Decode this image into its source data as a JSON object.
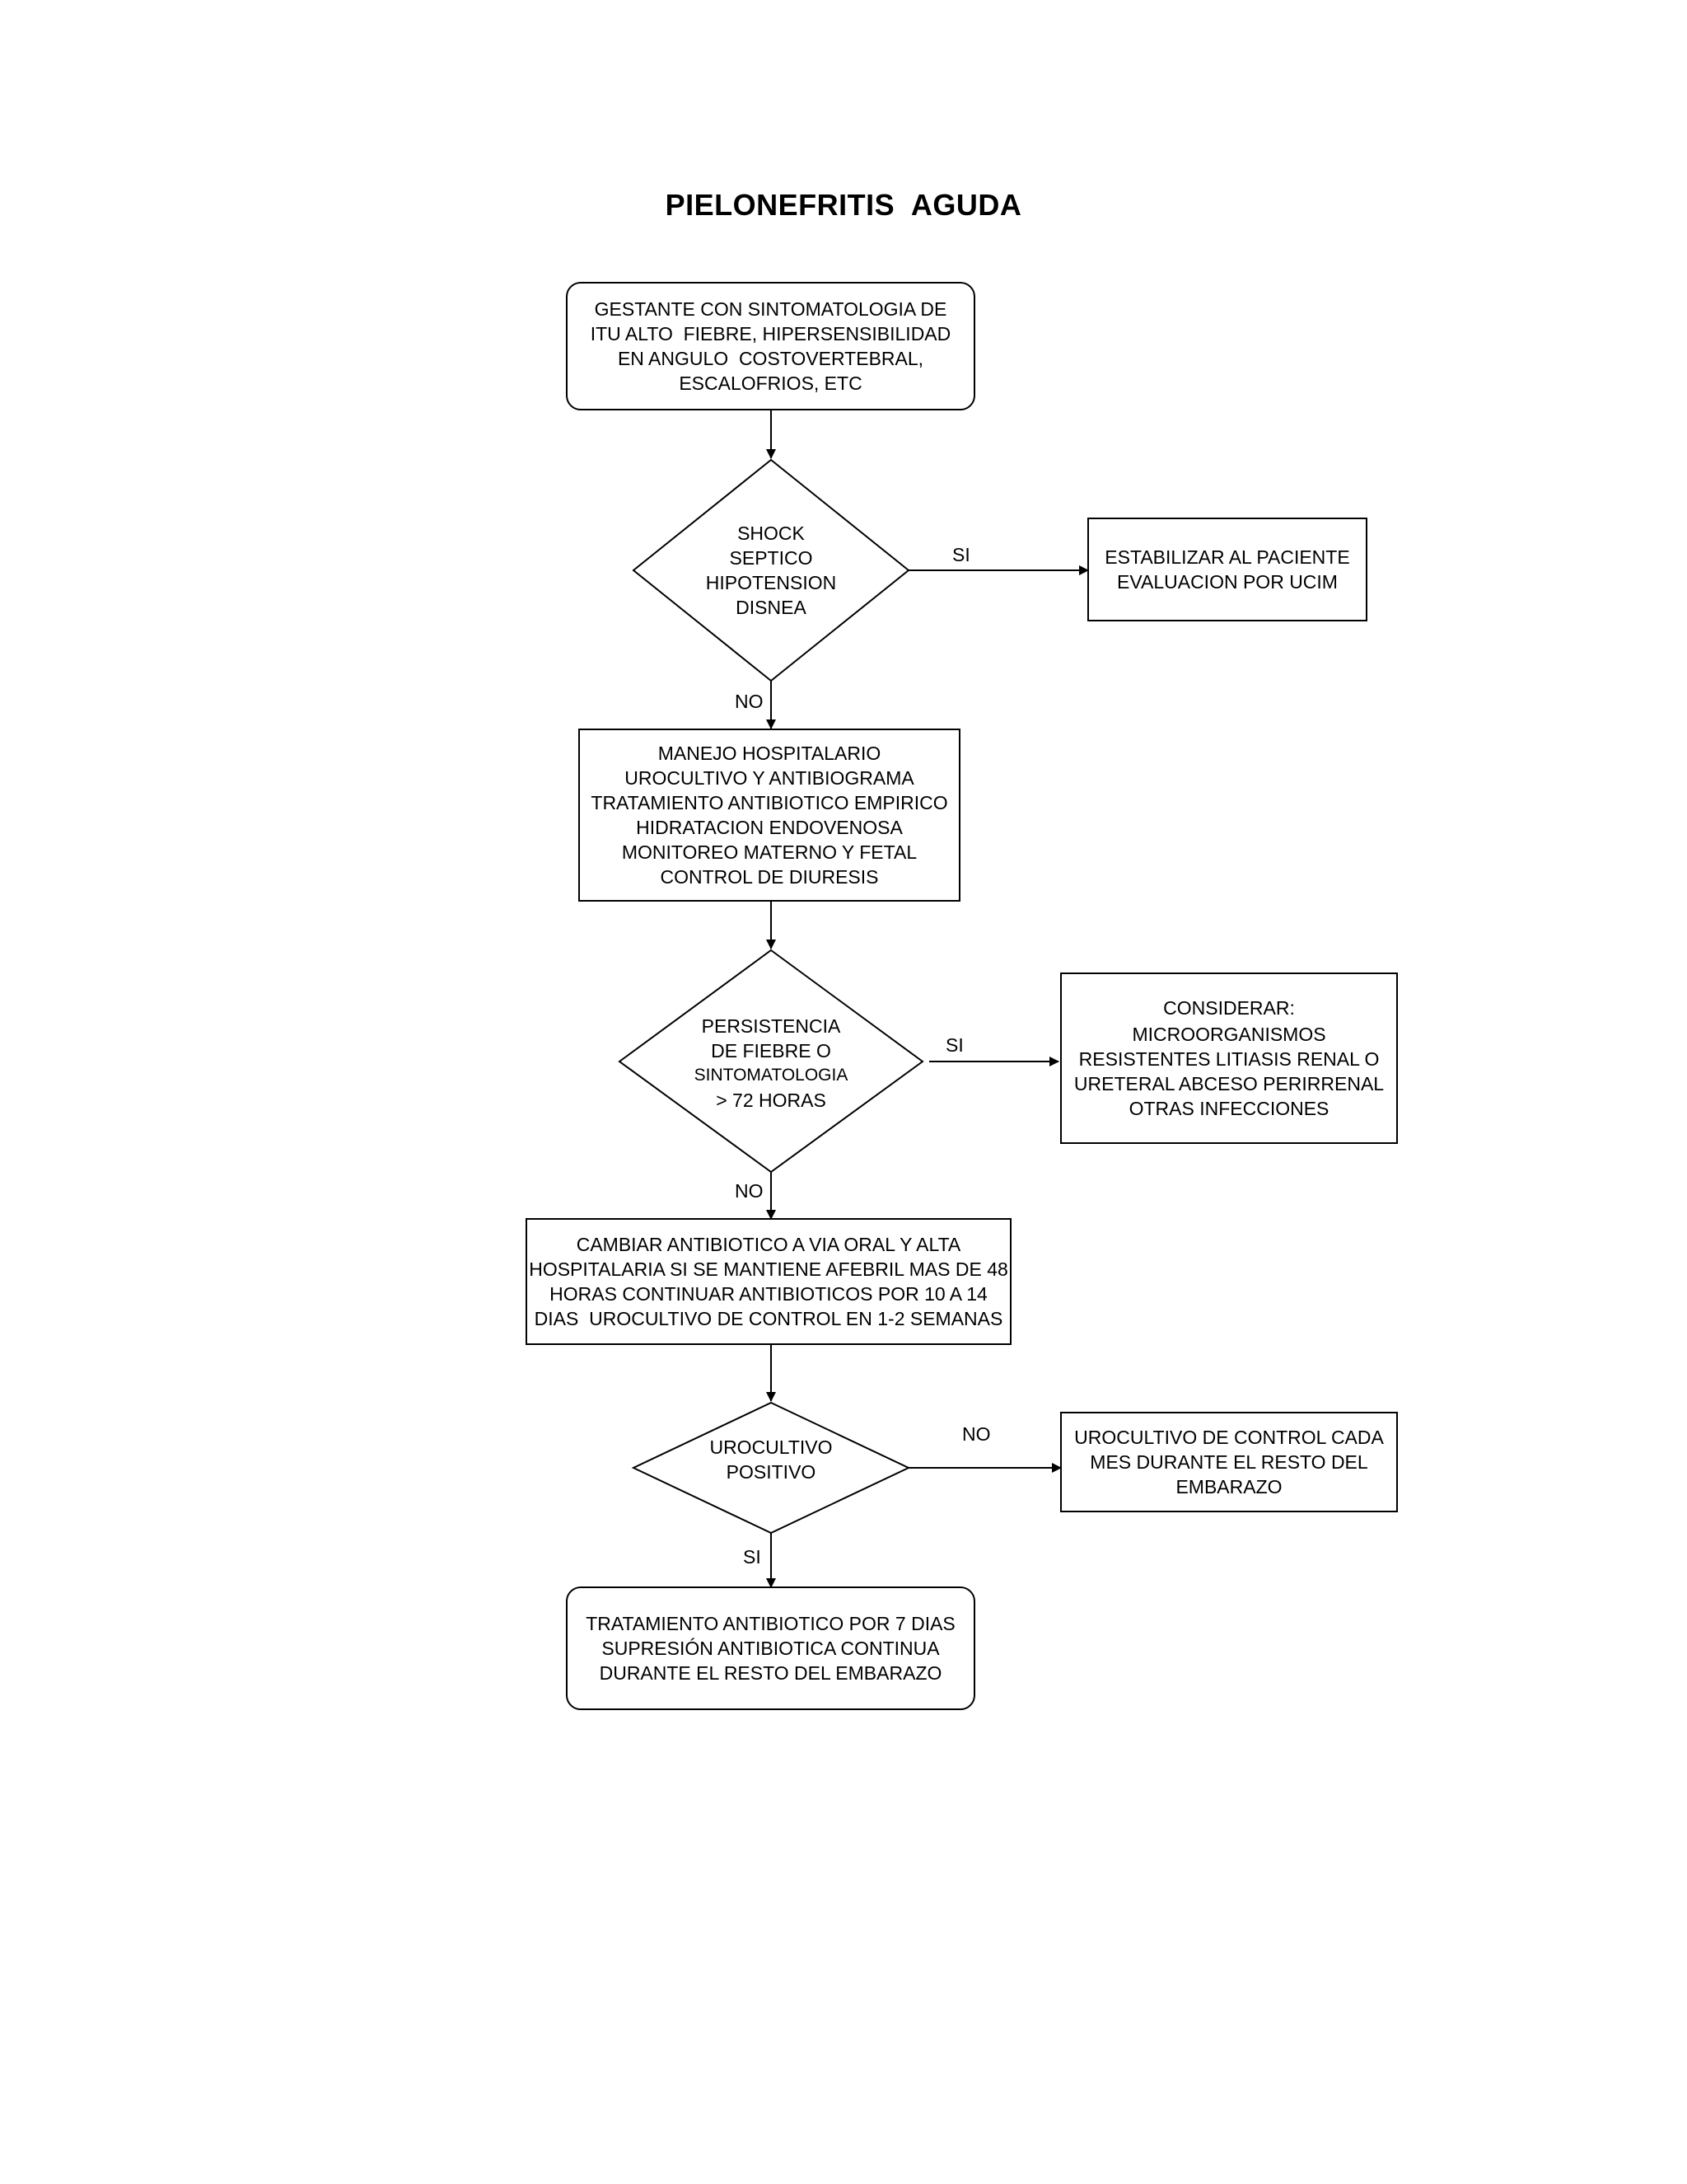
{
  "title": "PIELONEFRITIS  AGUDA",
  "nodes": {
    "start": {
      "lines": [
        "GESTANTE CON SINTOMATOLOGIA DE",
        "ITU ALTO  FIEBRE, HIPERSENSIBILIDAD",
        "EN ANGULO  COSTOVERTEBRAL,",
        "ESCALOFRIOS, ETC"
      ]
    },
    "shock_decision": {
      "lines": [
        "SHOCK",
        "SEPTICO",
        "HIPOTENSION",
        "DISNEA"
      ]
    },
    "stabilize": {
      "lines": [
        "ESTABILIZAR AL PACIENTE",
        "EVALUACION POR UCIM"
      ]
    },
    "hospital": {
      "lines": [
        "MANEJO HOSPITALARIO",
        "UROCULTIVO Y ANTIBIOGRAMA",
        "TRATAMIENTO ANTIBIOTICO EMPIRICO",
        "HIDRATACION ENDOVENOSA",
        "MONITOREO MATERNO Y FETAL",
        "CONTROL DE DIURESIS"
      ]
    },
    "fever_decision": {
      "lines": [
        "PERSISTENCIA",
        "DE FIEBRE O",
        "SINTOMATOLOGIA",
        "> 72 HORAS"
      ]
    },
    "consider": {
      "lines": [
        "CONSIDERAR:",
        "",
        "MICROORGANISMOS",
        "RESISTENTES LITIASIS RENAL O",
        "URETERAL ABCESO PERIRRENAL",
        "OTRAS INFECCIONES"
      ]
    },
    "oral": {
      "lines": [
        "CAMBIAR ANTIBIOTICO A VIA ORAL Y ALTA",
        "HOSPITALARIA SI SE MANTIENE AFEBRIL MAS DE 48",
        "HORAS CONTINUAR ANTIBIOTICOS POR 10 A 14",
        "DIAS  UROCULTIVO DE CONTROL EN 1-2 SEMANAS"
      ]
    },
    "culture_decision": {
      "lines": [
        "UROCULTIVO",
        "POSITIVO"
      ]
    },
    "monthly": {
      "lines": [
        "UROCULTIVO DE CONTROL CADA",
        "MES DURANTE EL RESTO DEL",
        "EMBARAZO"
      ]
    },
    "treatment": {
      "lines": [
        "TRATAMIENTO ANTIBIOTICO POR 7 DIAS",
        "SUPRESIÓN ANTIBIOTICA CONTINUA",
        "DURANTE EL RESTO DEL EMBARAZO"
      ]
    }
  },
  "edge_labels": {
    "shock_yes": "SI",
    "shock_no": "NO",
    "fever_yes": "SI",
    "fever_no": "NO",
    "culture_no": "NO",
    "culture_yes": "SI"
  }
}
